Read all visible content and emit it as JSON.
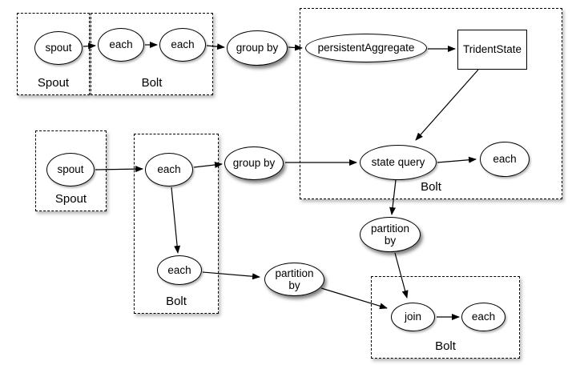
{
  "diagram": {
    "type": "storm-trident-topology",
    "groups": {
      "spout_group_1": {
        "label": "Spout"
      },
      "bolt_group_1": {
        "label": "Bolt"
      },
      "bolt_group_main": {
        "label": "Bolt"
      },
      "spout_group_2": {
        "label": "Spout"
      },
      "bolt_group_tall": {
        "label": "Bolt"
      },
      "bolt_group_join": {
        "label": "Bolt"
      }
    },
    "nodes": {
      "spout_1": {
        "label": "spout",
        "shape": "ellipse"
      },
      "each_1a": {
        "label": "each",
        "shape": "ellipse"
      },
      "each_1b": {
        "label": "each",
        "shape": "ellipse"
      },
      "group_by_1": {
        "label": "group by",
        "shape": "ellipse"
      },
      "persistent_aggregate": {
        "label": "persistentAggregate",
        "shape": "ellipse"
      },
      "trident_state": {
        "label": "TridentState",
        "shape": "rect"
      },
      "spout_2": {
        "label": "spout",
        "shape": "ellipse"
      },
      "each_2a": {
        "label": "each",
        "shape": "ellipse"
      },
      "group_by_2": {
        "label": "group by",
        "shape": "ellipse"
      },
      "state_query": {
        "label": "state query",
        "shape": "ellipse"
      },
      "each_3": {
        "label": "each",
        "shape": "ellipse"
      },
      "each_2b": {
        "label": "each",
        "shape": "ellipse"
      },
      "partition_by_1": {
        "label": "partition by",
        "shape": "ellipse"
      },
      "partition_by_2": {
        "label": "partition by",
        "shape": "ellipse"
      },
      "join": {
        "label": "join",
        "shape": "ellipse"
      },
      "each_4": {
        "label": "each",
        "shape": "ellipse"
      }
    },
    "edges": [
      {
        "from": "spout_1",
        "to": "each_1a"
      },
      {
        "from": "each_1a",
        "to": "each_1b"
      },
      {
        "from": "each_1b",
        "to": "group_by_1"
      },
      {
        "from": "group_by_1",
        "to": "persistent_aggregate"
      },
      {
        "from": "persistent_aggregate",
        "to": "trident_state"
      },
      {
        "from": "trident_state",
        "to": "state_query"
      },
      {
        "from": "group_by_2",
        "to": "state_query"
      },
      {
        "from": "state_query",
        "to": "each_3"
      },
      {
        "from": "state_query",
        "to": "partition_by_2"
      },
      {
        "from": "spout_2",
        "to": "each_2a"
      },
      {
        "from": "each_2a",
        "to": "group_by_2"
      },
      {
        "from": "each_2a",
        "to": "each_2b"
      },
      {
        "from": "each_2b",
        "to": "partition_by_1"
      },
      {
        "from": "partition_by_1",
        "to": "join"
      },
      {
        "from": "partition_by_2",
        "to": "join"
      },
      {
        "from": "join",
        "to": "each_4"
      }
    ],
    "colors": {
      "background": "#ffffff",
      "node_fill": "#ffffff",
      "stroke": "#000000"
    }
  }
}
